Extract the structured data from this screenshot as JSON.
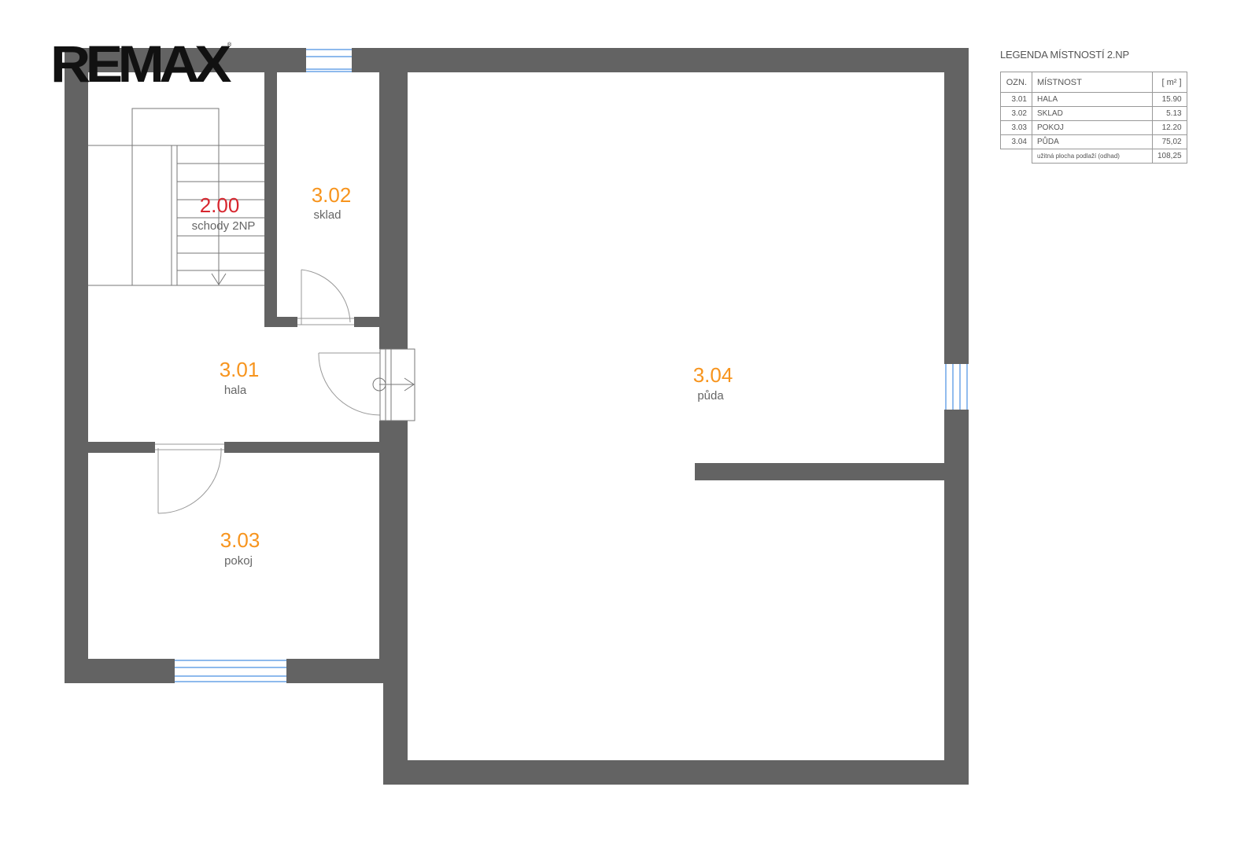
{
  "logo": {
    "text": "REMAX",
    "mark": "®"
  },
  "rooms": [
    {
      "id": "2.00",
      "name": "schody 2NP",
      "color": "#d7262e"
    },
    {
      "id": "3.01",
      "name": "hala",
      "color": "#f7941d"
    },
    {
      "id": "3.02",
      "name": "sklad",
      "color": "#f7941d"
    },
    {
      "id": "3.03",
      "name": "pokoj",
      "color": "#f7941d"
    },
    {
      "id": "3.04",
      "name": "půda",
      "color": "#f7941d"
    }
  ],
  "legend": {
    "title": "LEGENDA MÍSTNOSTÍ 2.NP",
    "headers": [
      "OZN.",
      "MÍSTNOST",
      "[ m² ]"
    ],
    "rows": [
      {
        "ozn": "3.01",
        "name": "HALA",
        "area": "15.90"
      },
      {
        "ozn": "3.02",
        "name": "SKLAD",
        "area": "5.13"
      },
      {
        "ozn": "3.03",
        "name": "POKOJ",
        "area": "12.20"
      },
      {
        "ozn": "3.04",
        "name": "PŮDA",
        "area": "75,02"
      }
    ],
    "total_label": "užitná plocha podlaží (odhad)",
    "total_value": "108,25"
  },
  "colors": {
    "wall": "#636363",
    "window": "#4a90e2"
  }
}
